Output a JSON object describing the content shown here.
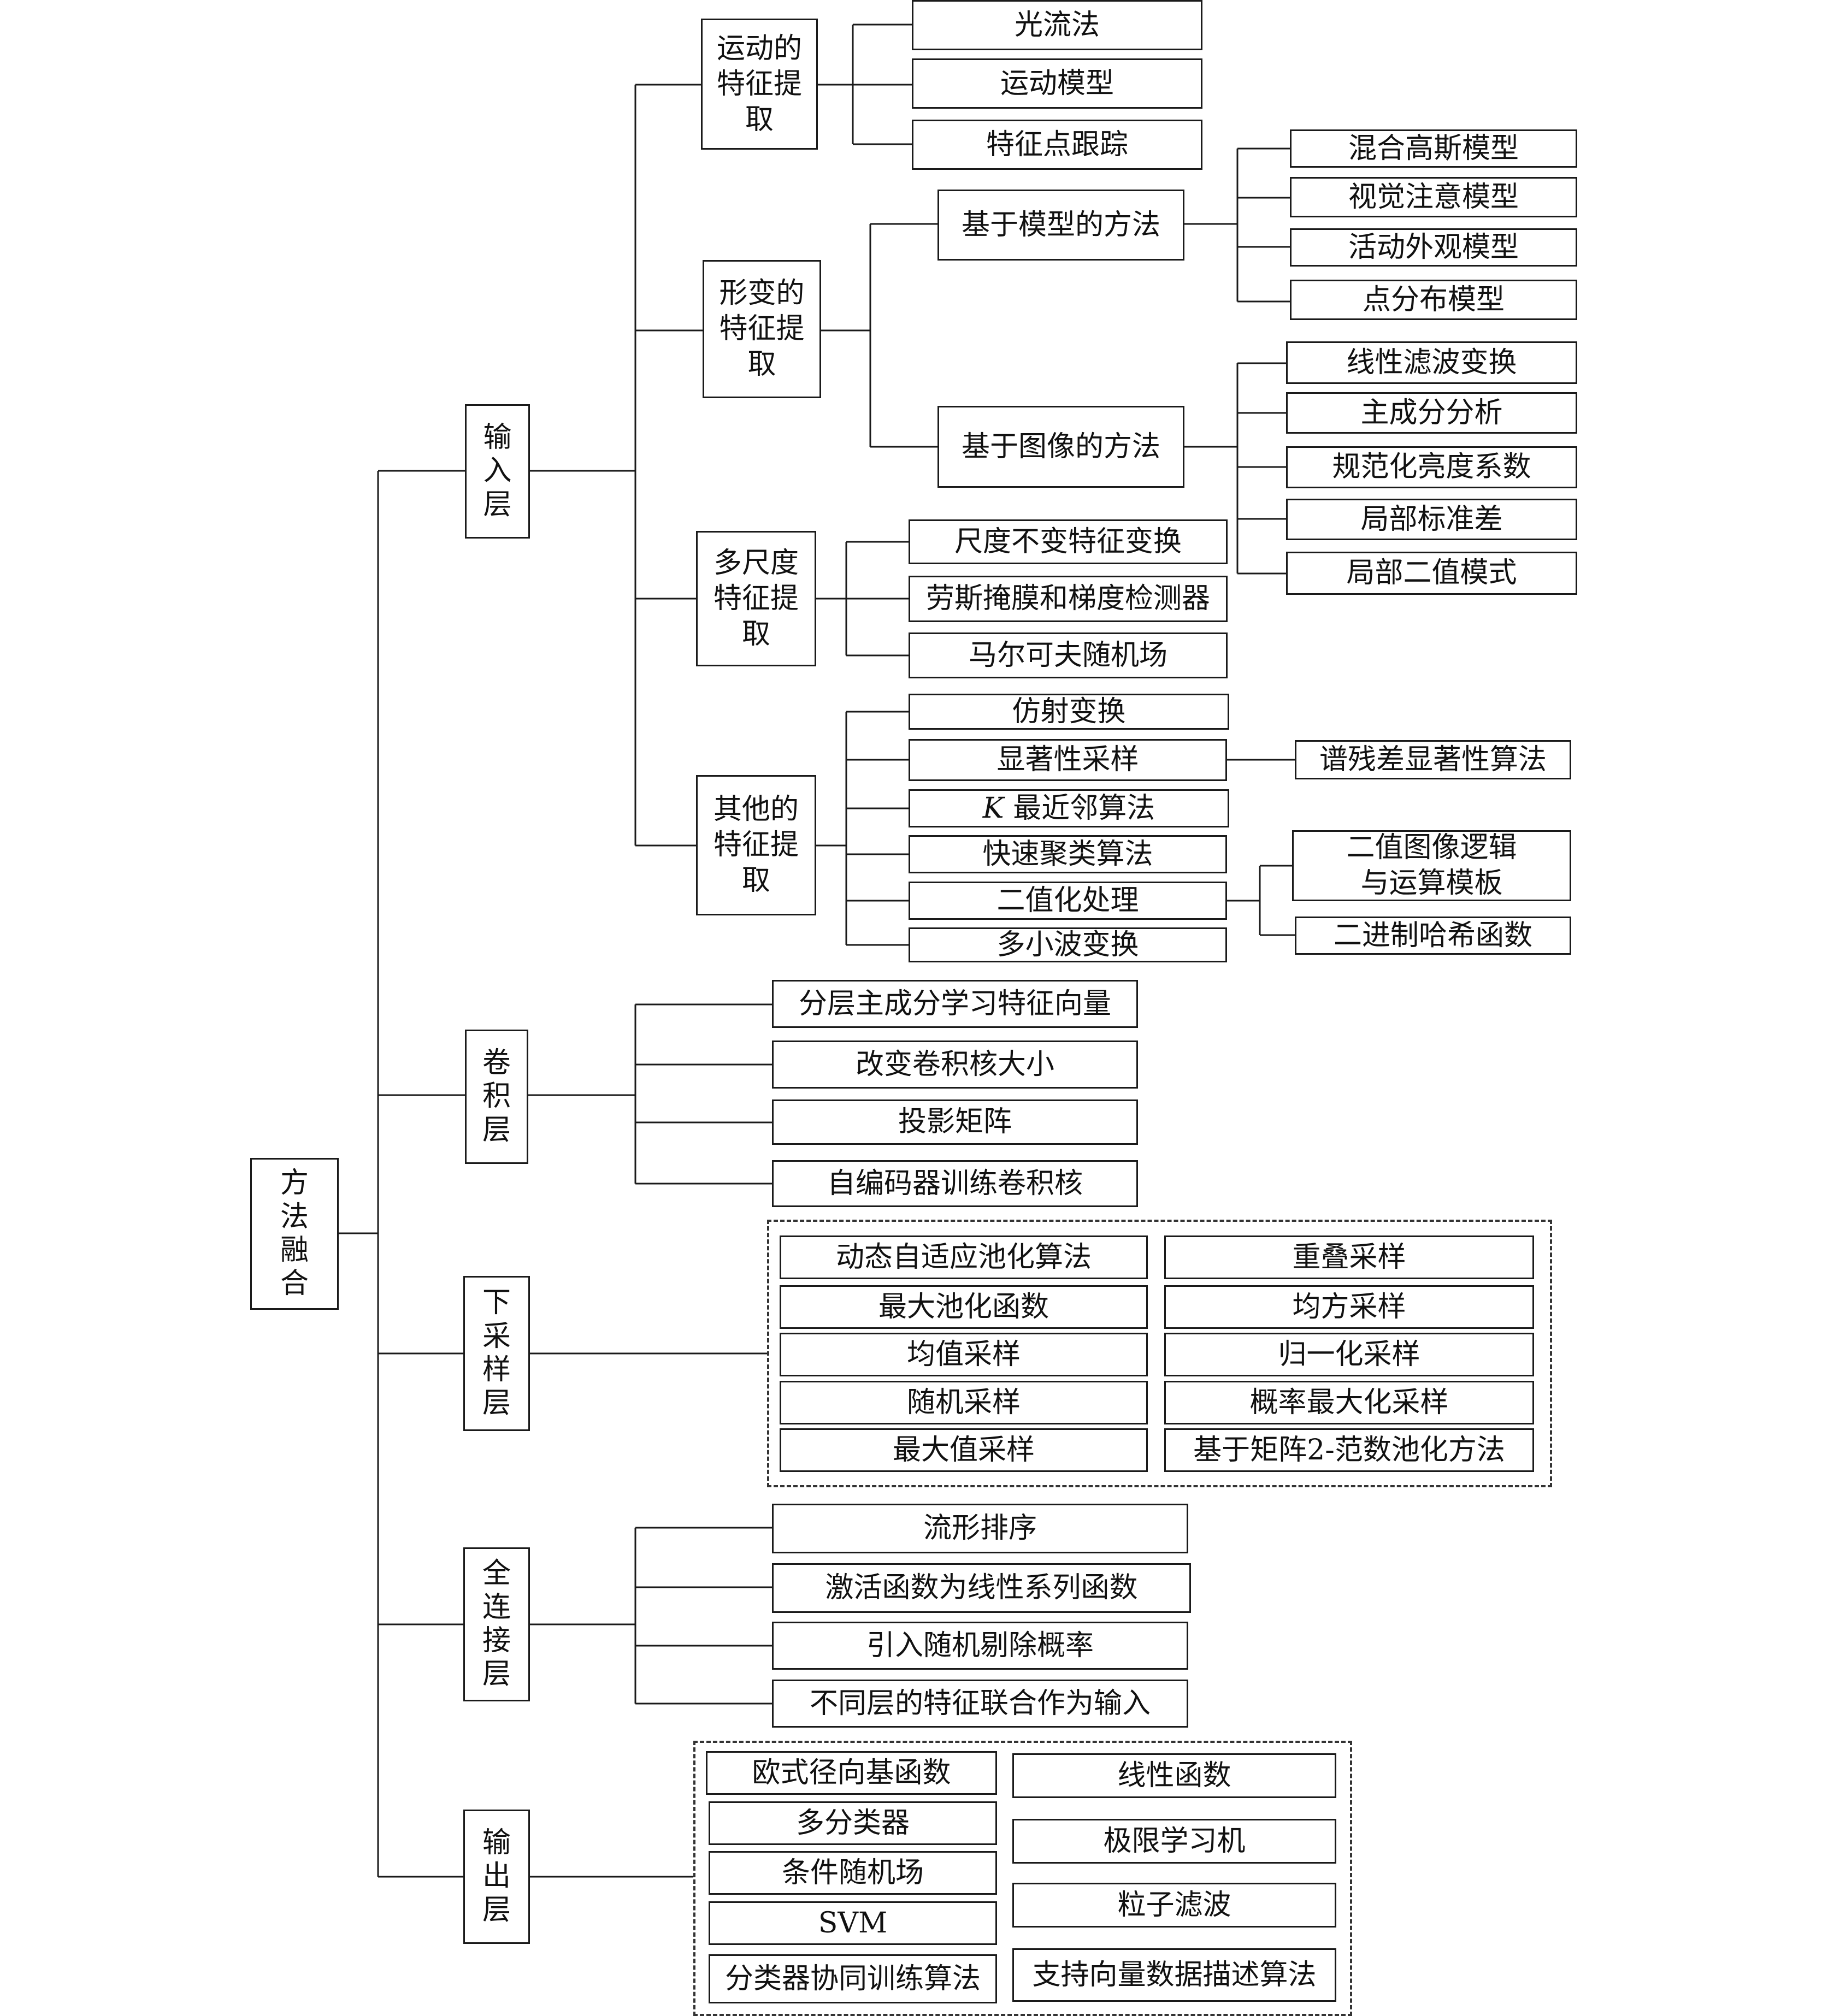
{
  "root": {
    "label": "方\n法\n融\n合"
  },
  "layers": {
    "input": {
      "label": "输\n入\n层"
    },
    "conv": {
      "label": "卷\n积\n层"
    },
    "pool": {
      "label": "下\n采\n样\n层"
    },
    "fc": {
      "label": "全\n连\n接\n层"
    },
    "output": {
      "label": "输\n出\n层"
    }
  },
  "input_layer": {
    "motion": {
      "label": "运动的\n特征提\n取",
      "items": [
        "光流法",
        "运动模型",
        "特征点跟踪"
      ]
    },
    "deform": {
      "label": "形变的\n特征提\n取",
      "model_method": {
        "label": "基于模型的方法",
        "items": [
          "混合高斯模型",
          "视觉注意模型",
          "活动外观模型",
          "点分布模型"
        ]
      },
      "image_method": {
        "label": "基于图像的方法",
        "items": [
          "线性滤波变换",
          "主成分分析",
          "规范化亮度系数",
          "局部标准差",
          "局部二值模式"
        ]
      }
    },
    "multiscale": {
      "label": "多尺度\n特征提\n取",
      "items": [
        "尺度不变特征变换",
        "劳斯掩膜和梯度检测器",
        "马尔可夫随机场"
      ]
    },
    "other": {
      "label": "其他的\n特征提\n取",
      "items": [
        "仿射变换",
        "显著性采样",
        "K",
        "最近邻算法",
        "快速聚类算法",
        "二值化处理",
        "多小波变换"
      ],
      "saliency_sub": "谱残差显著性算法",
      "binary_sub": [
        "二值图像逻辑\n与运算模板",
        "二进制哈希函数"
      ]
    }
  },
  "conv_layer": {
    "items": [
      "分层主成分学习特征向量",
      "改变卷积核大小",
      "投影矩阵",
      "自编码器训练卷积核"
    ]
  },
  "pool_layer": {
    "left": [
      "动态自适应池化算法",
      "最大池化函数",
      "均值采样",
      "随机采样",
      "最大值采样"
    ],
    "right": [
      "重叠采样",
      "均方采样",
      "归一化采样",
      "概率最大化采样",
      "基于矩阵2-范数池化方法"
    ]
  },
  "fc_layer": {
    "items": [
      "流形排序",
      "激活函数为线性系列函数",
      "引入随机剔除概率",
      "不同层的特征联合作为输入"
    ]
  },
  "output_layer": {
    "left": [
      "欧式径向基函数",
      "多分类器",
      "条件随机场",
      "SVM",
      "分类器协同训练算法"
    ],
    "right": [
      "线性函数",
      "极限学习机",
      "粒子滤波",
      "支持向量数据描述算法"
    ]
  }
}
